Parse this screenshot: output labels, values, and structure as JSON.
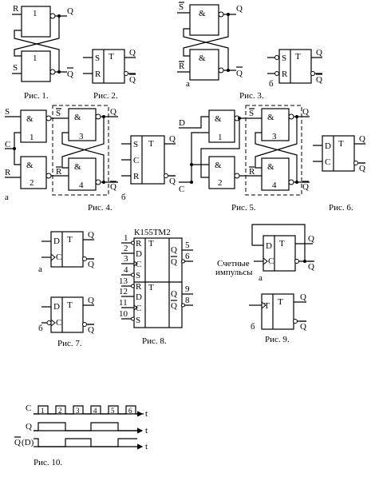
{
  "captions": {
    "fig1": "Рис. 1.",
    "fig2": "Рис. 2.",
    "fig3": "Рис. 3.",
    "fig4": "Рис. 4.",
    "fig5": "Рис. 5.",
    "fig6": "Рис. 6.",
    "fig7": "Рис. 7.",
    "fig8": "Рис. 8.",
    "fig9": "Рис. 9.",
    "fig10": "Рис. 10."
  },
  "sub": {
    "a": "а",
    "b": "б"
  },
  "sig": {
    "R": "R",
    "S": "S",
    "C": "C",
    "D": "D",
    "T": "T",
    "Q": "Q",
    "one": "1",
    "two": "2",
    "three": "3",
    "four": "4",
    "amp": "&",
    "t": "t",
    "qd": "(D)"
  },
  "fig8": {
    "chip": "К155ТМ2",
    "left_pins": [
      "1",
      "2",
      "3",
      "4",
      "13",
      "12",
      "11",
      "10"
    ],
    "right_pins": [
      "5",
      "6",
      "9",
      "8"
    ]
  },
  "fig9": {
    "pulses_line1": "Счетные",
    "pulses_line2": "импульсы"
  },
  "fig10": {
    "pulse_numbers": [
      "1",
      "2",
      "3",
      "4",
      "5",
      "6"
    ]
  }
}
